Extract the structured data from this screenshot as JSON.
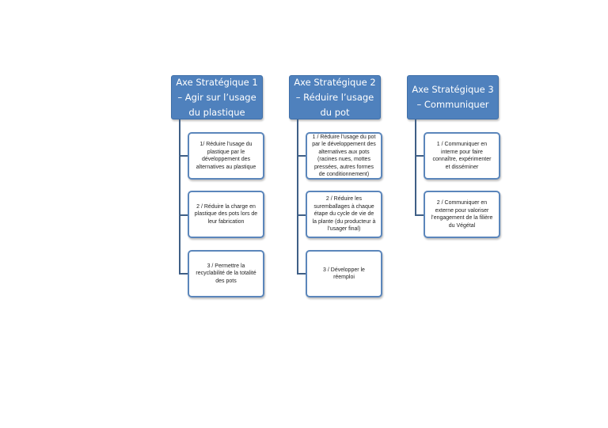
{
  "colors": {
    "header_fill": "#4f81bd",
    "box_border": "#5b86bb",
    "connector": "#3f5f86",
    "header_text": "#ffffff",
    "body_text": "#222222"
  },
  "axes": [
    {
      "title": "Axe Stratégique 1 – Agir sur l’usage du plastique",
      "items": [
        "1/ Réduire l’usage du plastique par le développement des alternatives au plastique",
        "2 / Réduire la charge en plastique des pots lors de leur fabrication",
        "3 / Permettre la recyclabilité de la totalité des pots"
      ]
    },
    {
      "title": "Axe Stratégique 2 – Réduire l’usage du pot",
      "items": [
        "1 / Réduire l’usage du pot par le développement des alternatives aux pots (racines nues, mottes pressées, autres formes de conditionnement)",
        "2 / Réduire les suremballages à chaque étape du cycle de vie de la plante (du producteur à l’usager final)",
        "3 / Développer le réemploi"
      ]
    },
    {
      "title": "Axe Stratégique 3 – Communiquer",
      "items": [
        "1 / Communiquer en interne pour faire connaître, expérimenter et disséminer",
        "2 / Communiquer en externe pour valoriser l’engagement de la filière du Végétal"
      ]
    }
  ]
}
